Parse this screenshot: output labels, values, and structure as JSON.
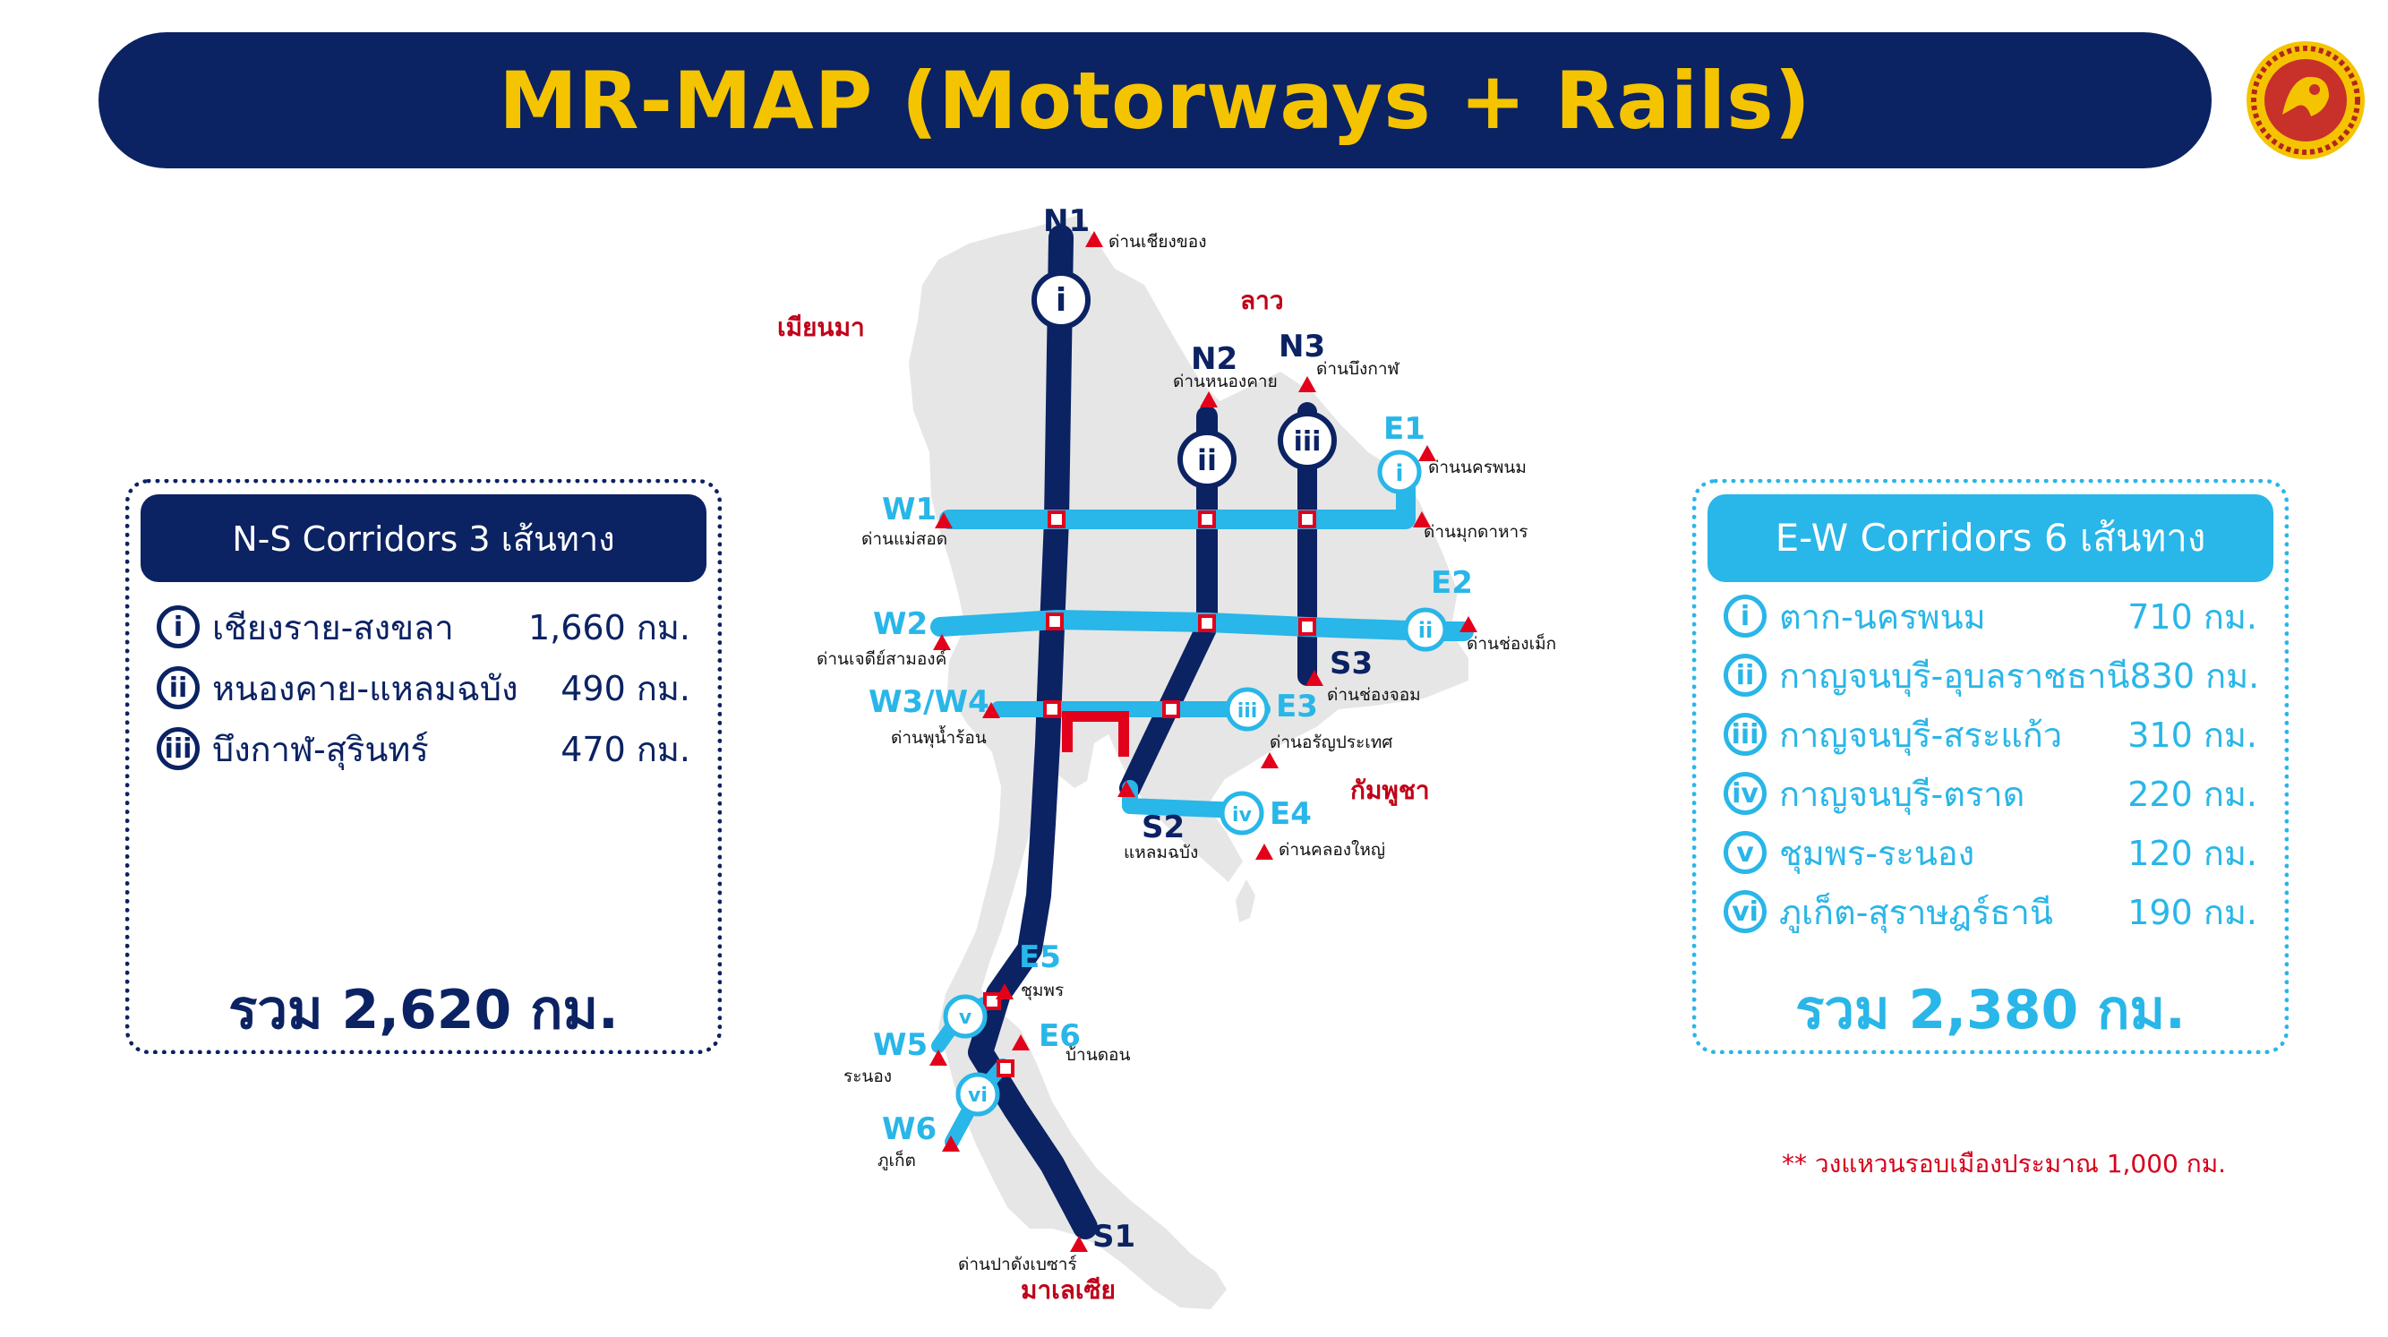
{
  "title": "MR-MAP (Motorways + Rails)",
  "colors": {
    "navy": "#0b2263",
    "cyan": "#29b6e8",
    "gold": "#f5c400",
    "red": "#d6001c",
    "land": "#e6e6e6"
  },
  "countries": {
    "myanmar": "เมียนมา",
    "laos": "ลาว",
    "cambodia": "กัมพูชา",
    "malaysia": "มาเลเซีย"
  },
  "route_codes": {
    "n1": "N1",
    "n2": "N2",
    "n3": "N3",
    "e1": "E1",
    "e2": "E2",
    "e3": "E3",
    "e4": "E4",
    "e5": "E5",
    "e6": "E6",
    "w1": "W1",
    "w2": "W2",
    "w3w4": "W3/W4",
    "w5": "W5",
    "w6": "W6",
    "s1": "S1",
    "s2": "S2",
    "s3": "S3"
  },
  "numerals": {
    "i": "i",
    "ii": "ii",
    "iii": "iii",
    "iv": "iv",
    "v": "v",
    "vi": "vi"
  },
  "checkpoints": {
    "chiang_khong": "ด่านเชียงของ",
    "nong_khai": "ด่านหนองคาย",
    "bueng_kan": "ด่านบึงกาฬ",
    "nakhon_phanom": "ด่านนครพนม",
    "mukdahan": "ด่านมุกดาหาร",
    "mae_sot": "ด่านแม่สอด",
    "chong_mek": "ด่านช่องเม็ก",
    "chaloem": "ด่านเจดีย์สามองค์",
    "chong_chom": "ด่านช่องจอม",
    "phu_nam_ron": "ด่านพุน้ำร้อน",
    "aranyaprathet": "ด่านอรัญประเทศ",
    "laem_chabang": "แหลมฉบัง",
    "khlong_yai": "ด่านคลองใหญ่",
    "chumphon": "ชุมพร",
    "ban_don": "บ้านดอน",
    "ranong": "ระนอง",
    "phuket": "ภูเก็ต",
    "padang_besar": "ด่านปาดังเบซาร์"
  },
  "ns_panel": {
    "title": "N-S Corridors 3 เส้นทาง",
    "rows": [
      {
        "num": "i",
        "name": "เชียงราย-สงขลา",
        "dist": "1,660 กม."
      },
      {
        "num": "ii",
        "name": "หนองคาย-แหลมฉบัง",
        "dist": "490 กม."
      },
      {
        "num": "iii",
        "name": "บึงกาฬ-สุรินทร์",
        "dist": "470 กม."
      }
    ],
    "total": "รวม 2,620 กม."
  },
  "ew_panel": {
    "title": "E-W Corridors 6 เส้นทาง",
    "rows": [
      {
        "num": "i",
        "name": "ตาก-นครพนม",
        "dist": "710 กม."
      },
      {
        "num": "ii",
        "name": "กาญจนบุรี-อุบลราชธานี",
        "dist": "830 กม."
      },
      {
        "num": "iii",
        "name": "กาญจนบุรี-สระแก้ว",
        "dist": "310 กม."
      },
      {
        "num": "iv",
        "name": "กาญจนบุรี-ตราด",
        "dist": "220 กม."
      },
      {
        "num": "v",
        "name": "ชุมพร-ระนอง",
        "dist": "120 กม."
      },
      {
        "num": "vi",
        "name": "ภูเก็ต-สุราษฎร์ธานี",
        "dist": "190 กม."
      }
    ],
    "total": "รวม 2,380 กม."
  },
  "footnote": "** วงแหวนรอบเมืองประมาณ 1,000 กม."
}
